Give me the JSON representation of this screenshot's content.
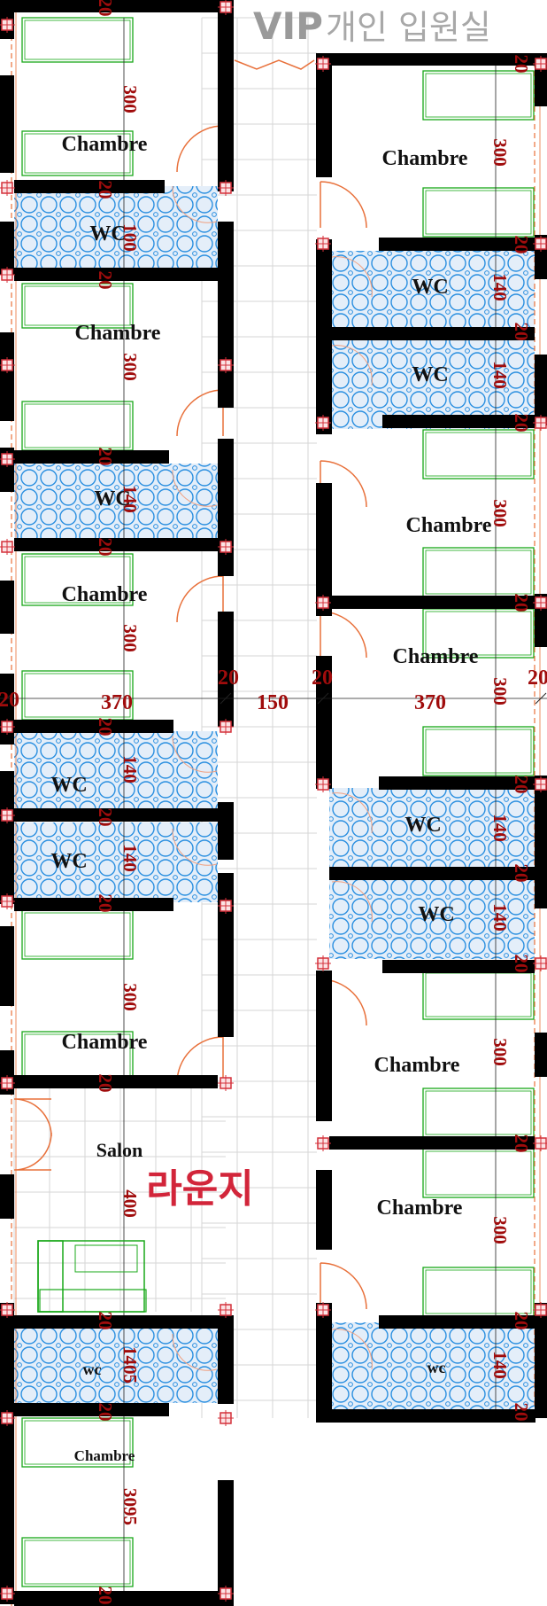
{
  "title": {
    "prefix": "VIP",
    "text": "개인 입원실"
  },
  "labels": {
    "chambre": "Chambre",
    "wc": "WC",
    "wc_small": "wc",
    "salon": "Salon",
    "lounge_kr": "라운지"
  },
  "dimensions": {
    "wall": "20",
    "room_depth": "300",
    "wc_depth": "140",
    "wc_depth_alt": "1405",
    "room_depth_alt": "3095",
    "room_width": "370",
    "corridor": "150",
    "salon_depth": "400"
  },
  "colors": {
    "wall": "#000000",
    "tile_fill": "#dde8f5",
    "tile_line": "#2a8fe0",
    "dim_text": "#a00c0c",
    "door": "#e8703a",
    "bed": "#18a818",
    "grid": "#d6d6d6",
    "marker": "#d4303a"
  }
}
